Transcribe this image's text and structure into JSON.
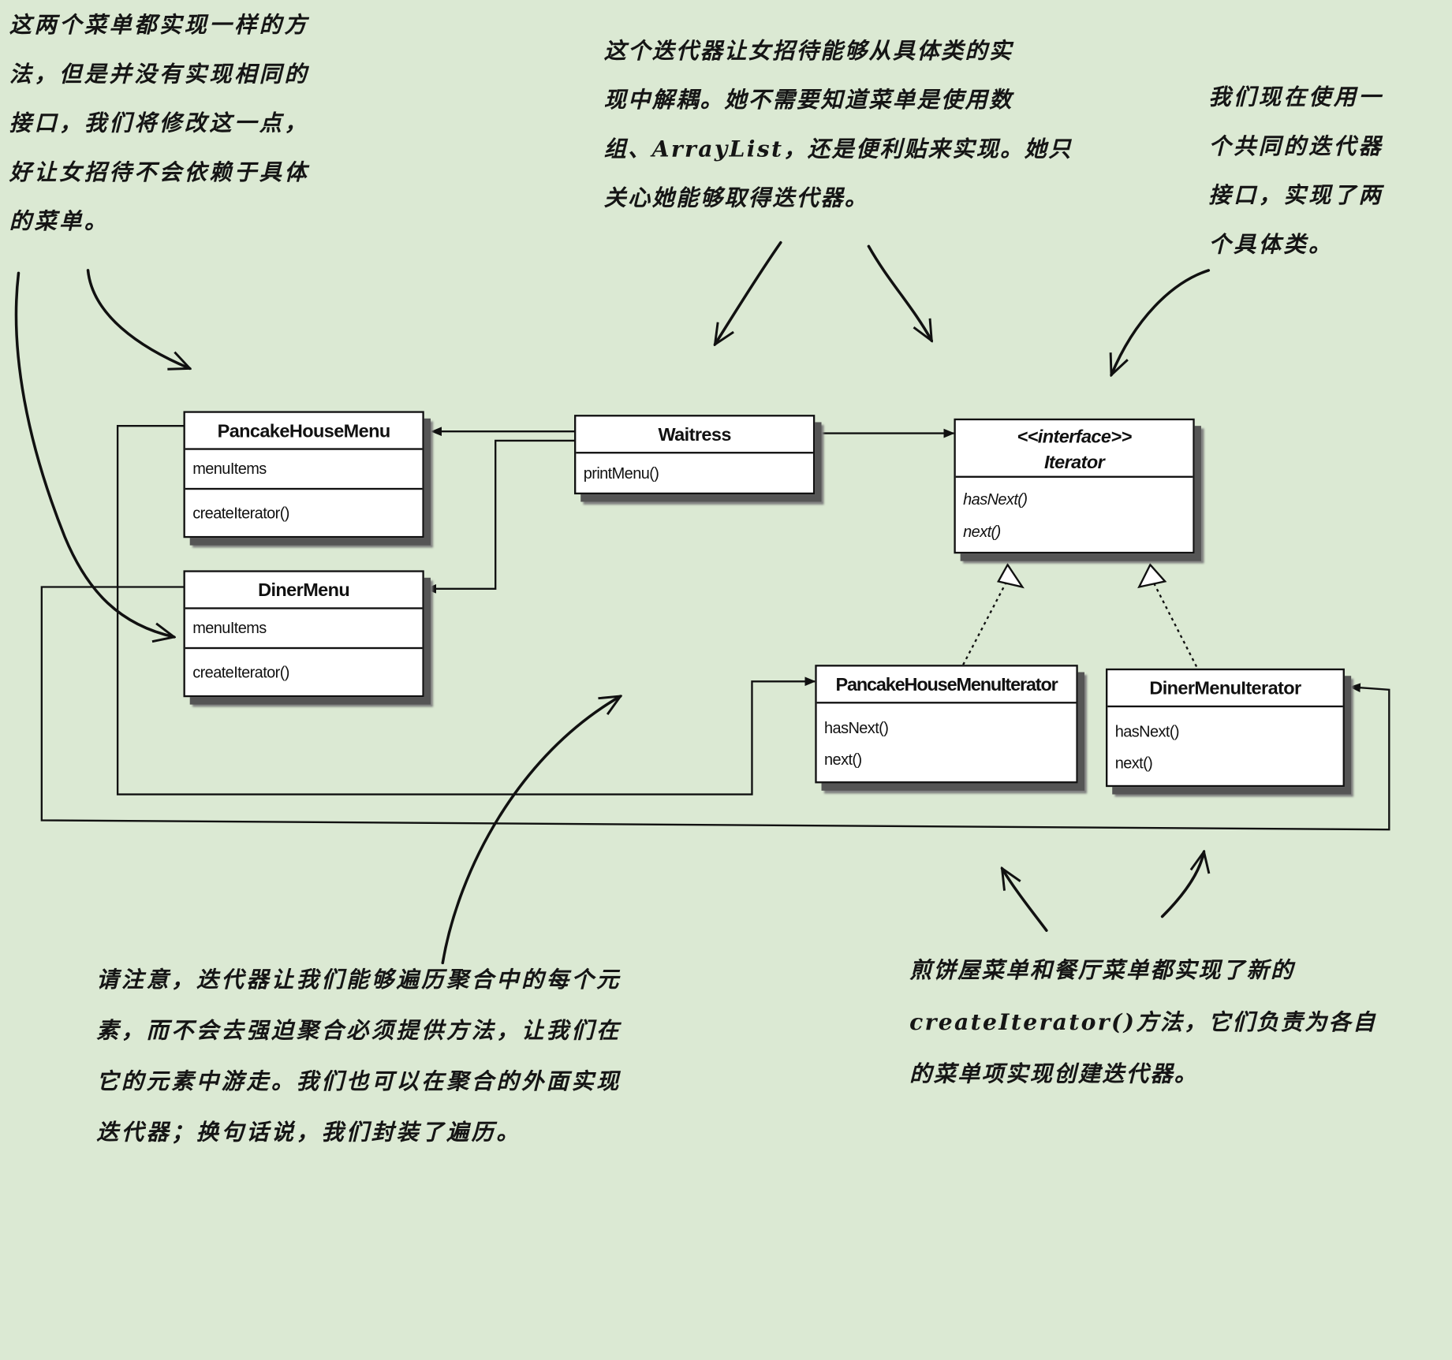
{
  "notes": {
    "top_left": [
      "这两个菜单都实现一样的方",
      "法，但是并没有实现相同的",
      "接口，我们将修改这一点，",
      "好让女招待不会依赖于具体",
      "的菜单。"
    ],
    "top_center": [
      "这个迭代器让女招待能够从具体类的实",
      "现中解耦。她不需要知道菜单是使用数",
      "组、ArrayList，还是便利贴来实现。她只",
      "关心她能够取得迭代器。"
    ],
    "top_right": [
      "我们现在使用一",
      "个共同的迭代器",
      "接口，实现了两",
      "个具体类。"
    ],
    "bottom_left": [
      "请注意，迭代器让我们能够遍历聚合中的每个元",
      "素，而不会去强迫聚合必须提供方法，让我们在",
      "它的元素中游走。我们也可以在聚合的外面实现",
      "迭代器；换句话说，我们封装了遍历。"
    ],
    "bottom_right": [
      "煎饼屋菜单和餐厅菜单都实现了新的",
      "createIterator()方法，它们负责为各自",
      "的菜单项实现创建迭代器。"
    ]
  },
  "classes": {
    "pancake_menu": {
      "name": "PancakeHouseMenu",
      "attributes": [
        "menuItems"
      ],
      "methods": [
        "createIterator()"
      ]
    },
    "diner_menu": {
      "name": "DinerMenu",
      "attributes": [
        "menuItems"
      ],
      "methods": [
        "createIterator()"
      ]
    },
    "waitress": {
      "name": "Waitress",
      "methods": [
        "printMenu()"
      ]
    },
    "iterator": {
      "stereotype": "<<interface>>",
      "name": "Iterator",
      "methods": [
        "hasNext()",
        "next()"
      ]
    },
    "pancake_iterator": {
      "name": "PancakeHouseMenuIterator",
      "methods": [
        "hasNext()",
        "next()"
      ]
    },
    "diner_iterator": {
      "name": "DinerMenuIterator",
      "methods": [
        "hasNext()",
        "next()"
      ]
    }
  }
}
